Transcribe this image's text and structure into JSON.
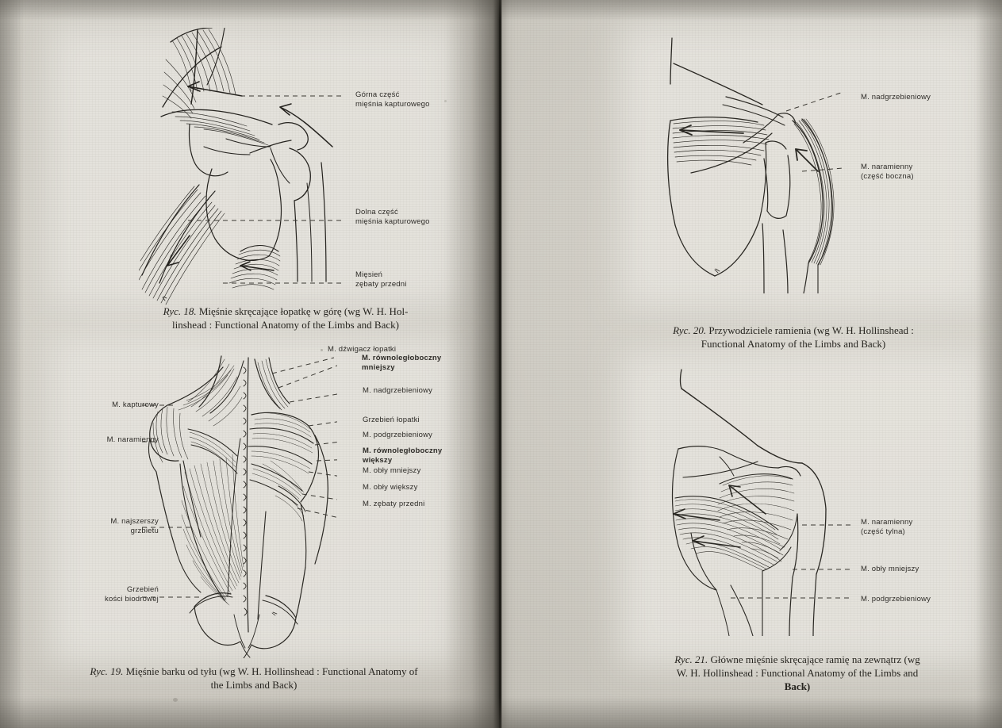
{
  "document": {
    "type": "scanned-book-spread",
    "language": "Polish",
    "subject": "anatomy-shoulder-muscles"
  },
  "figures": {
    "fig18": {
      "id": "Ryc. 18.",
      "caption_line1": "Mięśnie skręcające łopatkę w górę (wg W. H. Hol-",
      "caption_line2": "linshead : Functional Anatomy of the Limbs and Back)",
      "labels": {
        "l1": "Górna część\nmięśnia kapturowego",
        "l2": "Dolna część\nmięśnia kapturowego",
        "l3": "Mięsień\nzębaty przedni"
      }
    },
    "fig19": {
      "id": "Ryc. 19.",
      "caption_line1": "Mięśnie barku od tyłu (wg W. H. Hollinshead : Functional Anatomy of",
      "caption_line2": "the Limbs and Back)",
      "labels": {
        "left1": "M. kapturowy",
        "left2": "M. naramienny",
        "left3": "M. najszerszy\ngrzbietu",
        "left4": "Grzebień\nkości biodrowej",
        "right1": "M. dźwigacz łopatki",
        "right2": "M. równoległoboczny\nmniejszy",
        "right3": "M. nadgrzebieniowy",
        "right4": "Grzebień łopatki",
        "right5": "M. podgrzebieniowy",
        "right6": "M. równoległoboczny\nwiększy",
        "right7": "M. obły mniejszy",
        "right8": "M. obły większy",
        "right9": "M. zębaty przedni"
      }
    },
    "fig20": {
      "id": "Ryc. 20.",
      "caption_line1": "Przywodziciele ramienia (wg W. H. Hollinshead :",
      "caption_line2": "Functional Anatomy of the Limbs and Back)",
      "labels": {
        "l1": "M. nadgrzebieniowy",
        "l2": "M. naramienny\n(część boczna)"
      }
    },
    "fig21": {
      "id": "Ryc. 21.",
      "caption_line1": "Główne mięśnie skręcające ramię na zewnątrz (wg",
      "caption_line2": "W. H. Hollinshead : Functional Anatomy of the Limbs and",
      "caption_line3": "Back)",
      "labels": {
        "l1": "M. naramienny\n(część tylna)",
        "l2": "M. obły mniejszy",
        "l3": "M. podgrzebieniowy"
      }
    }
  },
  "colors": {
    "paper_left": "#cfccc4",
    "paper_right": "#d0cdc5",
    "ink": "#2e2c28",
    "gutter": "#14130f"
  }
}
